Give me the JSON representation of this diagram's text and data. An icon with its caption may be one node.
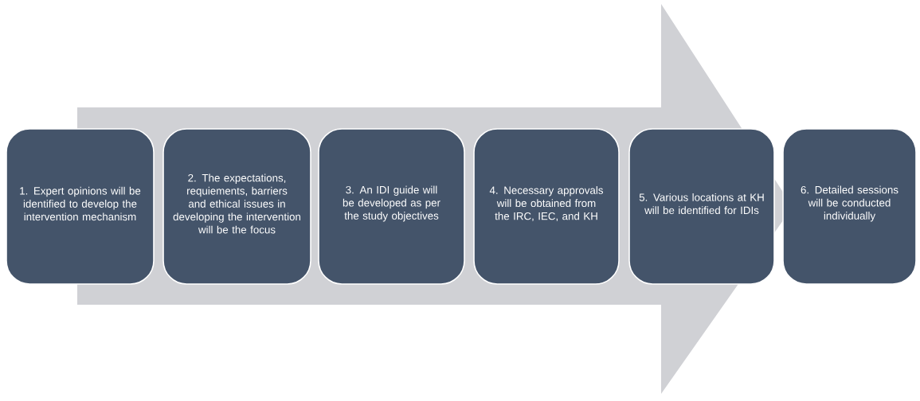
{
  "diagram": {
    "nodes": [
      {
        "text": [
          "1. Expert opinions will be identified to develop the intervention mechanism"
        ]
      },
      {
        "text": [
          "2. The expectations, requiements, barriers and ethical issues in developing the intervention will be the focus"
        ]
      },
      {
        "text": [
          "3. An IDI guide will be developed as per the study objectives"
        ]
      },
      {
        "text": [
          "4. Necessary approvals will be obtained from the IRC, IEC, and KH"
        ]
      },
      {
        "text": [
          "5. Various locations at KH will be identified for IDIs"
        ]
      },
      {
        "text": [
          "6. Detailed sessions will be conducted individually"
        ]
      }
    ]
  }
}
